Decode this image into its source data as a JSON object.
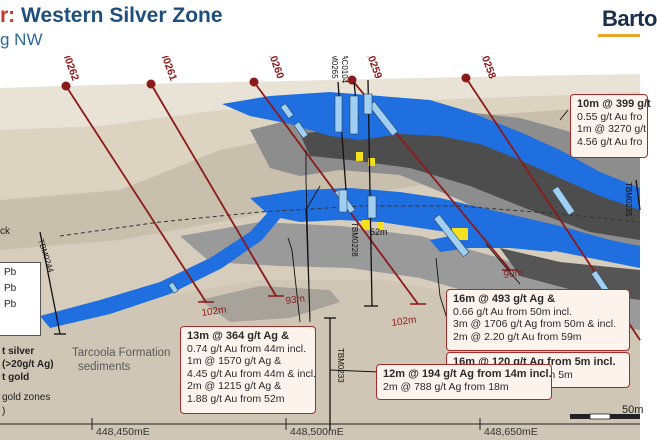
{
  "header": {
    "title_prefix": "r:",
    "title": "Western Silver Zone",
    "subtitle": "g NW",
    "logo": "Barto"
  },
  "drillholes": [
    {
      "id": "TBM0262",
      "depth_label": "102m"
    },
    {
      "id": "TBM0261",
      "depth_label": "93m"
    },
    {
      "id": "TBM0260",
      "depth_label": "102m"
    },
    {
      "id": "TBM0259",
      "depth_label": "90m"
    },
    {
      "id": "TBM0258",
      "depth_label": ""
    }
  ],
  "other_holes": [
    "TBM0265",
    "TBAC0104",
    "TBM0228",
    "TBM0233",
    "TBM0244",
    "TBM0235"
  ],
  "intercept_labels": {
    "i52m": "52m"
  },
  "callouts": [
    {
      "main": "10m @ 399 g/t",
      "lines": [
        "0.55 g/t Au fro",
        "1m @ 3270 g/t",
        "4.56 g/t Au fro"
      ]
    },
    {
      "main": "16m @ 493 g/t Ag &",
      "lines": [
        "0.66 g/t Au from 50m incl.",
        "3m @ 1706 g/t Ag from 50m & incl.",
        "2m @ 2.20 g/t Au from 59m"
      ]
    },
    {
      "main": "13m @ 364 g/t Ag &",
      "lines": [
        "0.74 g/t Au from 44m incl.",
        "1m @ 1570 g/t Ag &",
        "4.45 g/t Au from 44m & incl.",
        "2m @ 1215 g/t Ag &",
        "1.88 g/t Au from 52m"
      ]
    },
    {
      "main": "16m @ 120 g/t Ag from 5m incl.",
      "lines": [
        "5m @ 282 g/t Ag from 5m"
      ]
    },
    {
      "main": "12m @ 194 g/t Ag from 14m incl.",
      "lines": [
        "2m @ 788 g/t Ag from 18m"
      ]
    }
  ],
  "legend": {
    "items": [
      "Pb",
      "Pb",
      "Pb"
    ],
    "silver": "t silver",
    "silver_grade": "(>20g/t Ag)",
    "gold": "t gold",
    "zones": "gold zones",
    "more": ")"
  },
  "formation": {
    "line1": "Tarcoola Formation",
    "line2": "sediments"
  },
  "left_label": "ck",
  "axis": {
    "x_labels": [
      "448,450mE",
      "448,500mE",
      "448,650mE"
    ]
  },
  "scale_label": "50m",
  "colors": {
    "ore": "#1f6fe0",
    "hole": "#8b1a1a",
    "callout_border": "#a52a2a",
    "callout_bg": "#fbf3ec",
    "gold_zone": "#f5e020"
  }
}
